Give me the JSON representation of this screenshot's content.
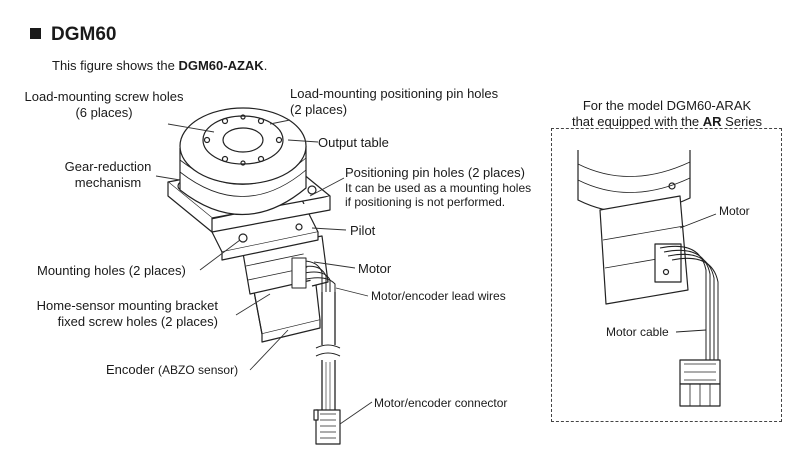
{
  "heading": "DGM60",
  "intro": {
    "prefix": "This figure shows the ",
    "model": "DGM60-AZAK",
    "suffix": "."
  },
  "labels": {
    "screw_holes_l1": "Load-mounting screw holes",
    "screw_holes_l2": "(6 places)",
    "pin_holes_l1": "Load-mounting positioning pin holes",
    "pin_holes_l2": "(2 places)",
    "output_table": "Output table",
    "gear_l1": "Gear-reduction",
    "gear_l2": "mechanism",
    "pos_pin_l1": "Positioning pin holes (2 places)",
    "pos_pin_l2": "It can be used as a mounting holes",
    "pos_pin_l3": "if positioning is not performed.",
    "pilot": "Pilot",
    "mounting_holes": "Mounting holes (2 places)",
    "motor": "Motor",
    "home_l1": "Home-sensor mounting bracket",
    "home_l2": "fixed screw holes (2 places)",
    "lead_wires": "Motor/encoder lead wires",
    "encoder": "Encoder",
    "encoder_note": "(ABZO sensor)",
    "connector": "Motor/encoder connector"
  },
  "inset": {
    "title_l1_prefix": "For the model ",
    "title_l1_model": "DGM60-ARAK",
    "title_l2_prefix": "that equipped with the ",
    "title_l2_bold": "AR",
    "title_l2_suffix": " Series",
    "motor": "Motor",
    "motor_cable": "Motor cable"
  }
}
